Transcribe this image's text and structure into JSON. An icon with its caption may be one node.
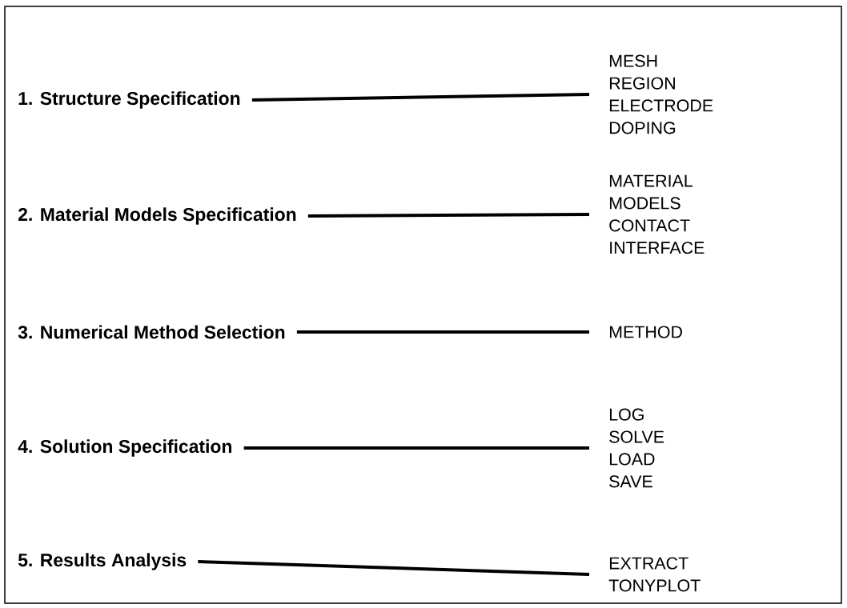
{
  "diagram": {
    "nodes": [
      {
        "text": [
          "1. Structure Specification"
        ]
      },
      {
        "text": [
          "2. Material Models Specification"
        ]
      },
      {
        "text": [
          "3. Numerical Method Selection"
        ]
      },
      {
        "text": [
          "4. Solution Specification"
        ]
      },
      {
        "text": [
          "5. Results Analysis"
        ]
      },
      {
        "text": [
          "MESH",
          "REGION",
          "ELECTRODE",
          "DOPING"
        ]
      },
      {
        "text": [
          "MATERIAL",
          "MODELS",
          "CONTACT",
          "INTERFACE"
        ]
      },
      {
        "text": [
          "METHOD"
        ]
      },
      {
        "text": [
          "LOG",
          "SOLVE",
          "LOAD",
          "SAVE"
        ]
      },
      {
        "text": [
          "EXTRACT",
          "TONYPLOT"
        ]
      }
    ],
    "edges": [
      {
        "from": 0,
        "to": 5,
        "arrow": "none"
      },
      {
        "from": 1,
        "to": 6,
        "arrow": "none"
      },
      {
        "from": 2,
        "to": 7,
        "arrow": "none"
      },
      {
        "from": 3,
        "to": 8,
        "arrow": "none"
      },
      {
        "from": 4,
        "to": 9,
        "arrow": "none"
      }
    ]
  }
}
